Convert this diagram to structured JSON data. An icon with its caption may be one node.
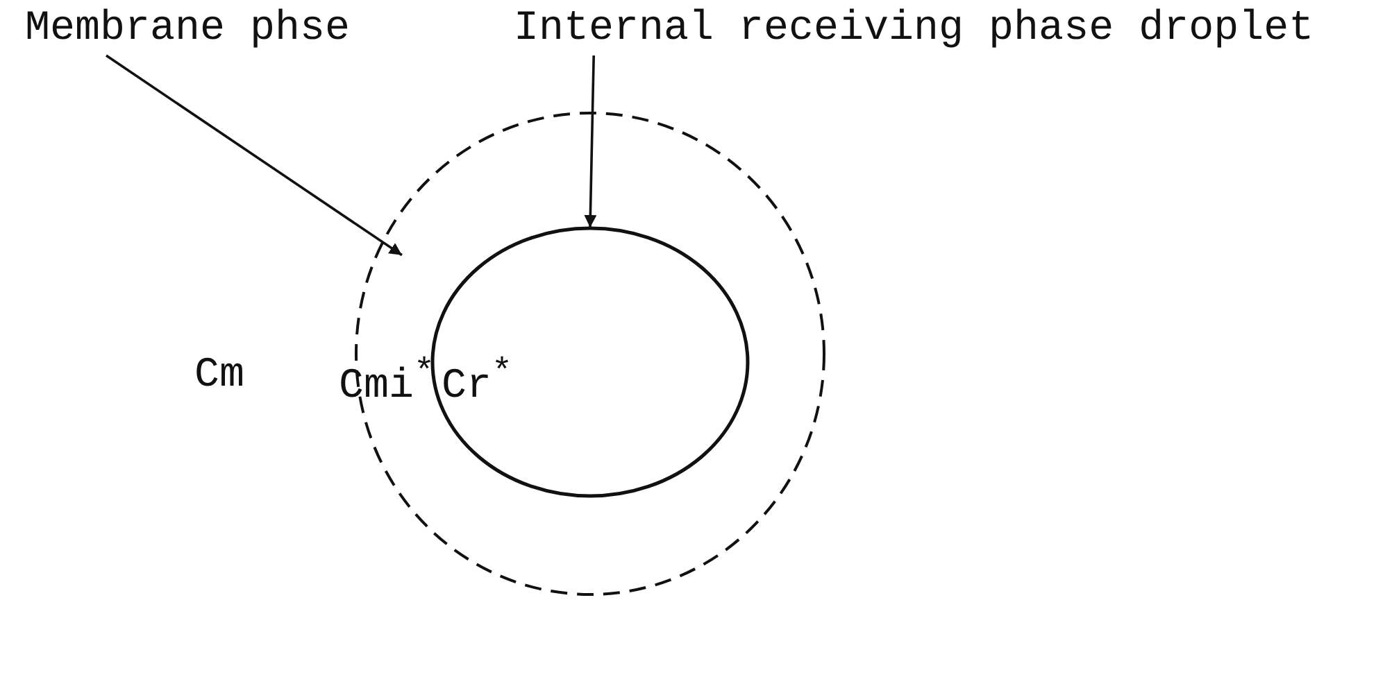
{
  "diagram": {
    "nodes": [
      {
        "text": [
          "Membrane phse"
        ]
      },
      {
        "text": [
          "Internal receiving phase droplet"
        ]
      },
      {
        "text": [],
        "shape": "circle"
      },
      {
        "text": [],
        "shape": "circle",
        "in": 2
      }
    ],
    "edges": [
      {
        "from": 0,
        "to": 2,
        "arrow": "to"
      },
      {
        "from": 1,
        "to": 3,
        "arrow": "to"
      }
    ],
    "labels": [
      "Cm",
      "Cmi$^{*}$",
      "Cr$^{*}$"
    ]
  }
}
